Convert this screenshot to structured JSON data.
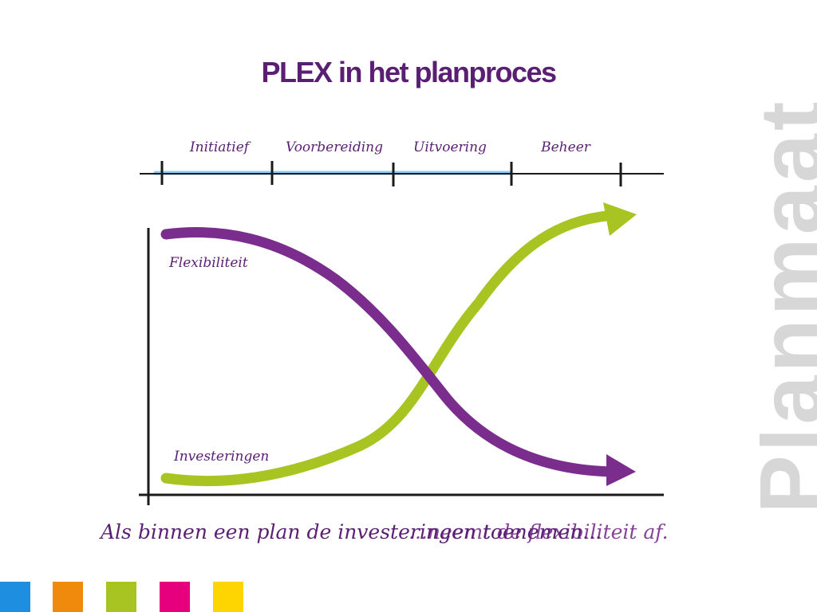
{
  "title": "PLEX in het planproces",
  "brand": "Planmaat",
  "phases": [
    "Initiatief",
    "Voorbereiding",
    "Uitvoering",
    "Beheer"
  ],
  "curves": {
    "flexibility_label": "Flexibiliteit",
    "investment_label": "Investeringen"
  },
  "caption_front": "Als binnen een plan de investeringen toenemen...",
  "caption_back": "...neemt de flexibiliteit af.",
  "colors": {
    "title": "#5a1f73",
    "flexibility": "#7b2d8e",
    "investment": "#a8c423",
    "timeline_glow": "#1e8fe0",
    "squares": [
      "#1e8fe0",
      "#f08a0d",
      "#a8c423",
      "#e6007e",
      "#ffd500"
    ]
  }
}
